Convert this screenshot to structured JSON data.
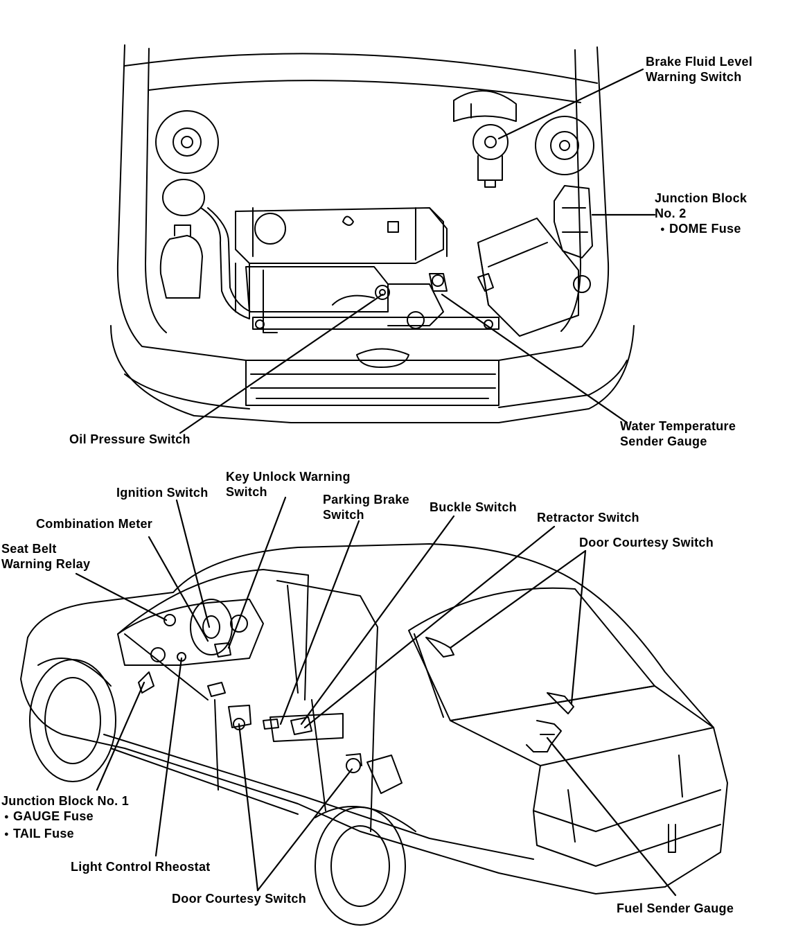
{
  "colors": {
    "ink": "#000000",
    "paper": "#ffffff"
  },
  "engine_labels": {
    "brake_fluid": {
      "line1": "Brake Fluid Level",
      "line2": "Warning Switch"
    },
    "junction_block_2": {
      "line1": "Junction Block",
      "line2": "No. 2",
      "item": "DOME Fuse"
    },
    "oil_pressure": "Oil Pressure Switch",
    "water_temp": {
      "line1": "Water Temperature",
      "line2": "Sender Gauge"
    }
  },
  "cabin_labels": {
    "key_unlock": {
      "line1": "Key Unlock Warning",
      "line2": "Switch"
    },
    "ignition": "Ignition Switch",
    "parking_brake": {
      "line1": "Parking Brake",
      "line2": "Switch"
    },
    "buckle": "Buckle Switch",
    "retractor": "Retractor Switch",
    "door_courtesy_rear": "Door Courtesy Switch",
    "combination_meter": "Combination Meter",
    "seat_belt_relay": {
      "line1": "Seat Belt",
      "line2": "Warning Relay"
    },
    "junction_block_1": {
      "line1": "Junction Block No. 1",
      "item1": "GAUGE Fuse",
      "item2": "TAIL Fuse"
    },
    "light_control": "Light Control Rheostat",
    "door_courtesy_front": "Door Courtesy Switch",
    "fuel_sender": "Fuel Sender Gauge"
  }
}
